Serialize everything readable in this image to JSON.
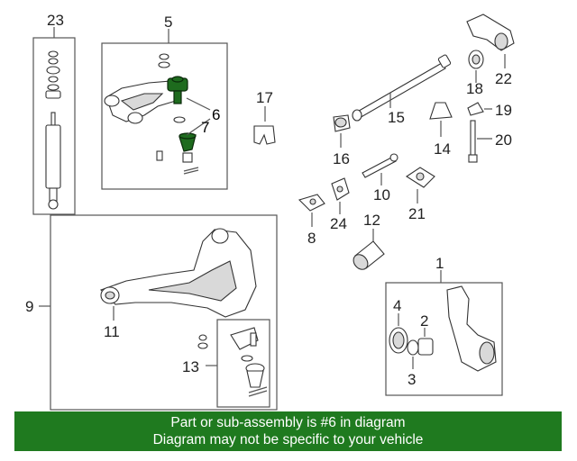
{
  "diagram": {
    "labels": {
      "l1": "1",
      "l2": "2",
      "l3": "3",
      "l4": "4",
      "l5": "5",
      "l6": "6",
      "l7": "7",
      "l8": "8",
      "l9": "9",
      "l10": "10",
      "l11": "11",
      "l12": "12",
      "l13": "13",
      "l14": "14",
      "l15": "15",
      "l16": "16",
      "l17": "17",
      "l18": "18",
      "l19": "19",
      "l20": "20",
      "l21": "21",
      "l22": "22",
      "l23": "23",
      "l24": "24"
    },
    "highlight_color": "#1e6b1e"
  },
  "banner": {
    "line1": "Part or sub-assembly is #6 in diagram",
    "line2": "Diagram may not be specific to your vehicle",
    "background": "#1f7a1f"
  }
}
